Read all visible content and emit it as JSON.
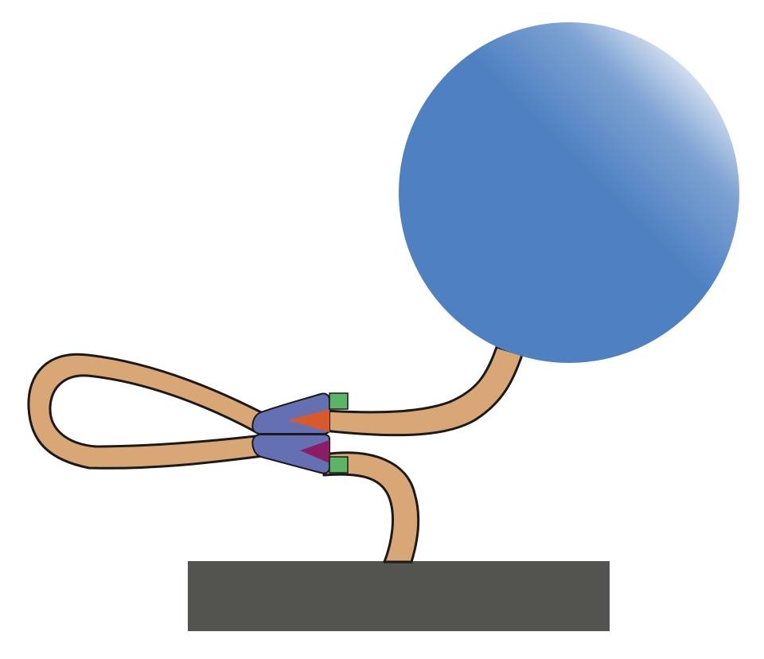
{
  "diagram": {
    "components": [
      {
        "id": "sphere",
        "shape": "circle",
        "fill": "#4f81c2",
        "highlight": "#ffffff"
      },
      {
        "id": "tether",
        "shape": "looped-strand",
        "fill": "#d9a676",
        "stroke": "#1a1a1a"
      },
      {
        "id": "clamp-upper",
        "shape": "wedge-block",
        "fill": "#6570b3"
      },
      {
        "id": "clamp-lower",
        "shape": "wedge-block",
        "fill": "#6570b3"
      },
      {
        "id": "marker-upper",
        "shape": "triangle",
        "fill": "#d85a2c"
      },
      {
        "id": "marker-lower",
        "shape": "triangle",
        "fill": "#8b1c66"
      },
      {
        "id": "tab-upper",
        "shape": "rect",
        "fill": "#5ab566"
      },
      {
        "id": "tab-lower",
        "shape": "rect",
        "fill": "#5ab566"
      },
      {
        "id": "base",
        "shape": "rect",
        "fill": "#53534f"
      }
    ]
  }
}
